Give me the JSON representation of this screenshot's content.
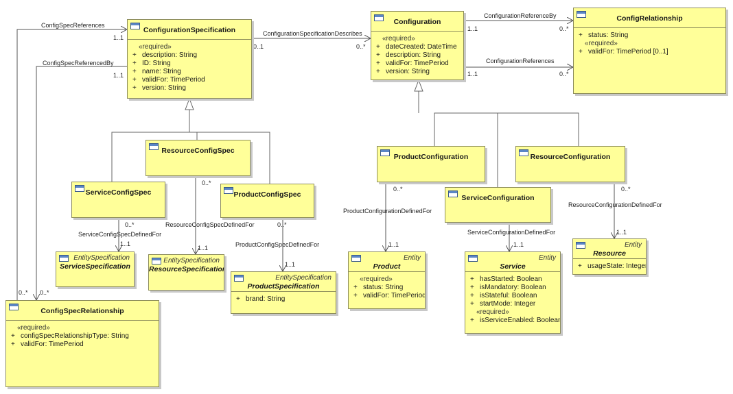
{
  "classes": {
    "config_spec": {
      "name": "ConfigurationSpecification",
      "groups": [
        {
          "stereotype": "«required»",
          "attrs": [
            {
              "vis": "+",
              "text": "description: String"
            },
            {
              "vis": "+",
              "text": "ID: String"
            },
            {
              "vis": "+",
              "text": "name: String"
            },
            {
              "vis": "+",
              "text": "validFor: TimePeriod"
            },
            {
              "vis": "+",
              "text": "version: String"
            }
          ]
        }
      ]
    },
    "configuration": {
      "name": "Configuration",
      "groups": [
        {
          "stereotype": "«required»",
          "attrs": [
            {
              "vis": "+",
              "text": "dateCreated: DateTime"
            },
            {
              "vis": "+",
              "text": "description: String"
            },
            {
              "vis": "+",
              "text": "validFor: TimePeriod"
            },
            {
              "vis": "+",
              "text": "version: String"
            }
          ]
        }
      ]
    },
    "config_relationship": {
      "name": "ConfigRelationship",
      "groups": [
        {
          "stereotype": "",
          "attrs": [
            {
              "vis": "+",
              "text": "status: String"
            }
          ]
        },
        {
          "stereotype": "«required»",
          "attrs": [
            {
              "vis": "+",
              "text": "validFor: TimePeriod [0..1]"
            }
          ]
        }
      ]
    },
    "resource_config_spec": {
      "name": "ResourceConfigSpec",
      "groups": []
    },
    "service_config_spec": {
      "name": "ServiceConfigSpec",
      "groups": []
    },
    "product_config_spec": {
      "name": "ProductConfigSpec",
      "groups": []
    },
    "product_configuration": {
      "name": "ProductConfiguration",
      "groups": []
    },
    "resource_configuration": {
      "name": "ResourceConfiguration",
      "groups": []
    },
    "service_configuration": {
      "name": "ServiceConfiguration",
      "groups": []
    },
    "service_specification": {
      "name": "ServiceSpecification",
      "stereotype": "EntitySpecification",
      "groups": []
    },
    "resource_specification": {
      "name": "ResourceSpecification",
      "stereotype": "EntitySpecification",
      "groups": []
    },
    "product_specification": {
      "name": "ProductSpecification",
      "stereotype": "EntitySpecification",
      "groups": [
        {
          "stereotype": "",
          "attrs": [
            {
              "vis": "+",
              "text": "brand: String"
            }
          ]
        }
      ]
    },
    "product": {
      "name": "Product",
      "stereotype": "Entity",
      "groups": [
        {
          "stereotype": "«required»",
          "attrs": [
            {
              "vis": "+",
              "text": "status: String"
            },
            {
              "vis": "+",
              "text": "validFor: TimePeriod"
            }
          ]
        }
      ]
    },
    "service": {
      "name": "Service",
      "stereotype": "Entity",
      "groups": [
        {
          "stereotype": "",
          "attrs": [
            {
              "vis": "+",
              "text": "hasStarted: Boolean"
            },
            {
              "vis": "+",
              "text": "isMandatory: Boolean"
            },
            {
              "vis": "+",
              "text": "isStateful: Boolean"
            },
            {
              "vis": "+",
              "text": "startMode: Integer"
            }
          ]
        },
        {
          "stereotype": "«required»",
          "attrs": [
            {
              "vis": "+",
              "text": "isServiceEnabled: Boolean"
            }
          ]
        }
      ]
    },
    "resource": {
      "name": "Resource",
      "stereotype": "Entity",
      "groups": [
        {
          "stereotype": "",
          "attrs": [
            {
              "vis": "+",
              "text": "usageState: Integer"
            }
          ]
        }
      ]
    },
    "config_spec_relationship": {
      "name": "ConfigSpecRelationship",
      "groups": [
        {
          "stereotype": "«required»",
          "attrs": [
            {
              "vis": "+",
              "text": "configSpecRelationshipType: String"
            },
            {
              "vis": "+",
              "text": "validFor: TimePeriod"
            }
          ]
        }
      ]
    }
  },
  "associations": {
    "config_spec_references": {
      "label": "ConfigSpecReferences",
      "mult_a": "1..1",
      "mult_b": "0..*"
    },
    "config_spec_referenced_by": {
      "label": "ConfigSpecReferencedBy",
      "mult_a": "1..1",
      "mult_b": "0..*"
    },
    "config_spec_describes": {
      "label": "ConfigurationSpecificationDescribes",
      "mult_a": "0..1",
      "mult_b": "0..*"
    },
    "configuration_reference_by": {
      "label": "ConfigurationReferenceBy",
      "mult_a": "1..1",
      "mult_b": "0..*"
    },
    "configuration_references": {
      "label": "ConfigurationReferences",
      "mult_a": "1..1",
      "mult_b": "0..*"
    },
    "resource_config_spec_defined_for": {
      "label": "ResourceConfigSpecDefinedFor",
      "mult_a": "0..*",
      "mult_b": "1..1"
    },
    "service_config_spec_defined_for": {
      "label": "ServiceConfigSpecDefinedFor",
      "mult_a": "0..*",
      "mult_b": "1..1"
    },
    "product_config_spec_defined_for": {
      "label": "ProductConfigSpecDefinedFor",
      "mult_a": "0..*",
      "mult_b": "1..1"
    },
    "product_configuration_defined_for": {
      "label": "ProductConfigurationDefinedFor",
      "mult_a": "0..*",
      "mult_b": "1..1"
    },
    "service_configuration_defined_for": {
      "label": "ServiceConfigurationDefinedFor",
      "mult_a": "",
      "mult_b": "1..1"
    },
    "resource_configuration_defined_for": {
      "label": "ResourceConfigurationDefinedFor",
      "mult_a": "0..*",
      "mult_b": "1..1"
    }
  },
  "colors": {
    "class_fill": "#ffff99",
    "class_border": "#8c8c5a",
    "line": "#555555",
    "icon": "#5b86c5"
  }
}
